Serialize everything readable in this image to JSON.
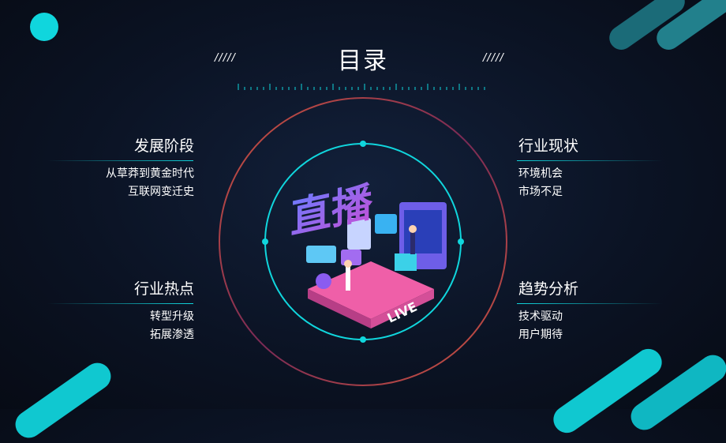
{
  "title": "目录",
  "title_deco": "/////",
  "sections": [
    {
      "heading": "发展阶段",
      "lines": [
        "从草莽到黄金时代",
        "互联网变迁史"
      ]
    },
    {
      "heading": "行业现状",
      "lines": [
        "环境机会",
        "市场不足"
      ]
    },
    {
      "heading": "行业热点",
      "lines": [
        "转型升级",
        "拓展渗透"
      ]
    },
    {
      "heading": "趋势分析",
      "lines": [
        "技术驱动",
        "用户期待"
      ]
    }
  ],
  "illustration": {
    "headline": "直播",
    "sign": "LIVE"
  },
  "colors": {
    "accent": "#10d6dd",
    "background": "#0b1324",
    "ring": "#d2553c"
  }
}
